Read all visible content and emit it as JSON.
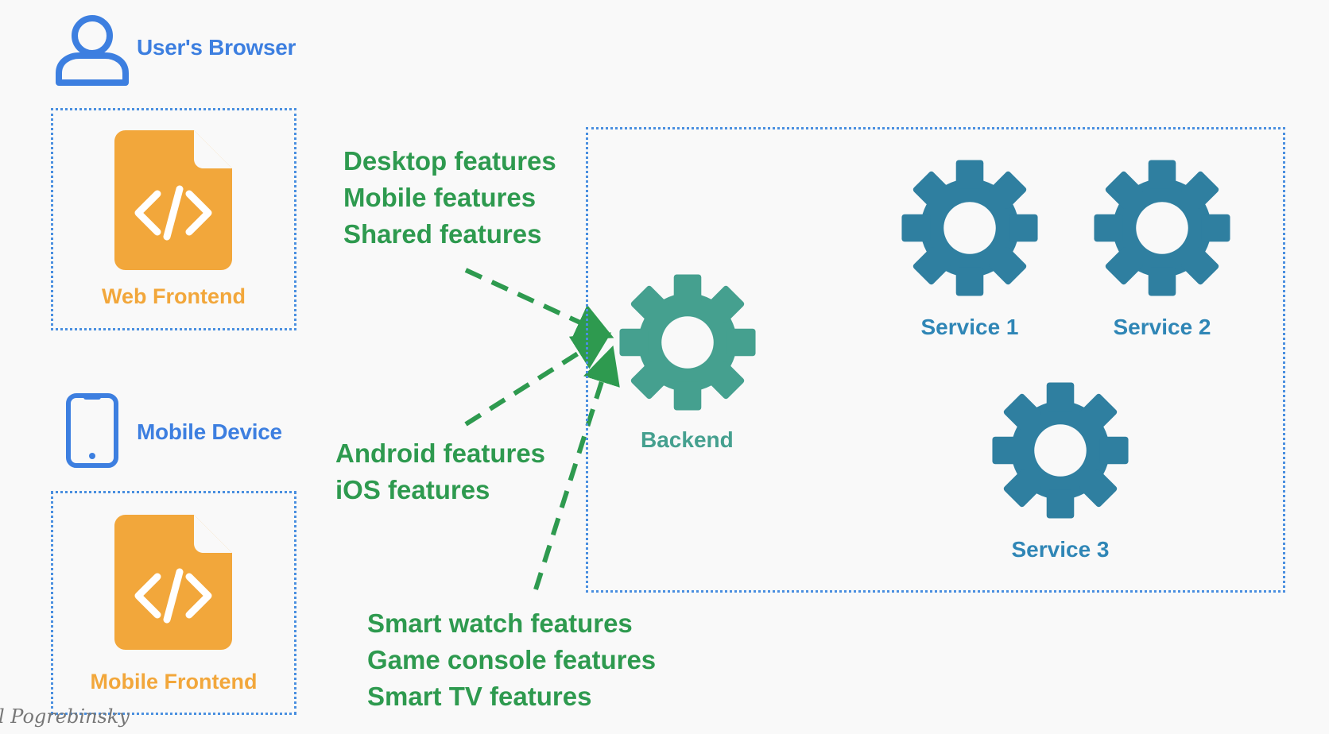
{
  "actors": {
    "browser": {
      "label": "User's Browser",
      "icon": "user-icon"
    },
    "mobile": {
      "label": "Mobile Device",
      "icon": "smartphone-icon"
    }
  },
  "frontends": {
    "web": {
      "label": "Web Frontend",
      "icon": "code-file-icon"
    },
    "mobile": {
      "label": "Mobile Frontend",
      "icon": "code-file-icon"
    }
  },
  "feature_groups": {
    "web": [
      "Desktop features",
      "Mobile features",
      "Shared features"
    ],
    "mobile": [
      "Android features",
      "iOS features"
    ],
    "devices": [
      "Smart watch features",
      "Game console features",
      "Smart TV features"
    ]
  },
  "backend": {
    "label": "Backend",
    "icon": "gear-icon"
  },
  "services": [
    {
      "label": "Service 1",
      "icon": "gear-icon"
    },
    {
      "label": "Service 2",
      "icon": "gear-icon"
    },
    {
      "label": "Service 3",
      "icon": "gear-icon"
    }
  ],
  "watermark": "l Pogrebinsky",
  "colors": {
    "actor": "#3d7fe0",
    "frontend": "#f2a73b",
    "feature": "#2e9a4f",
    "backend": "#45a08f",
    "service": "#2f86b6",
    "box_border": "#4a8fe0"
  }
}
